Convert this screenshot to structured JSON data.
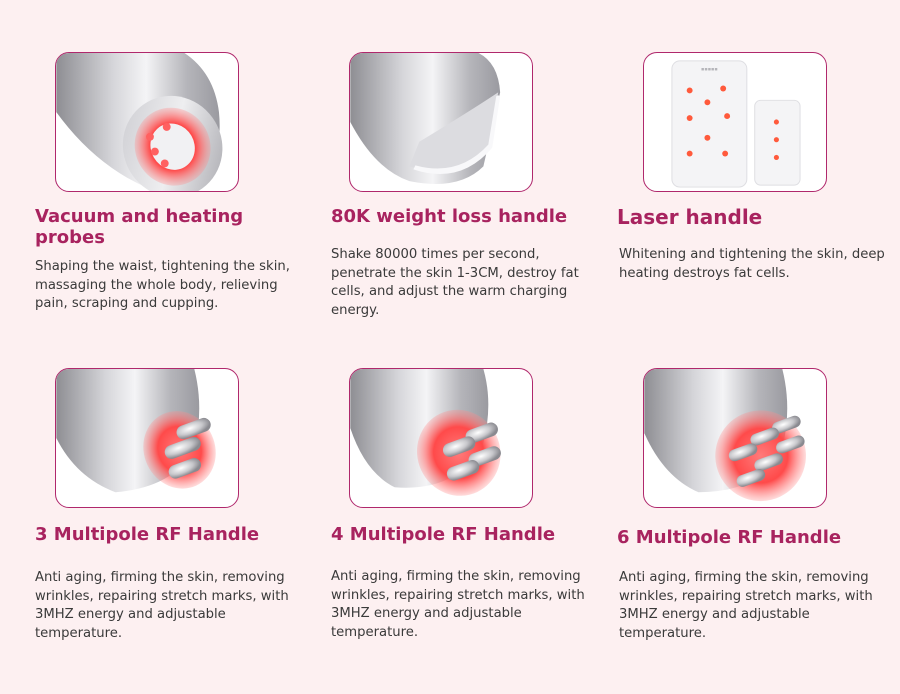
{
  "colors": {
    "background": "#fdf0f1",
    "accent": "#b0286c",
    "title": "#a8235f",
    "body_text": "#3a3a3a",
    "red_light": "#ff4a4a"
  },
  "products": [
    {
      "image": "vacuum-heating-probe-icon",
      "title": "Vacuum and heating probes",
      "description": "Shaping the waist, tightening the skin, massaging the whole body, relieving pain, scraping and cupping."
    },
    {
      "image": "weight-loss-handle-icon",
      "title": "80K weight loss handle",
      "description": "Shake 80000 times per second, penetrate the skin 1-3CM, destroy fat cells, and adjust the warm charging energy."
    },
    {
      "image": "laser-pads-icon",
      "title": "Laser handle",
      "description": "Whitening and tightening the skin, deep heating destroys fat cells."
    },
    {
      "image": "rf-3-multipole-icon",
      "title": "3 Multipole RF Handle",
      "description": "Anti aging, firming the skin, removing wrinkles, repairing stretch marks, with 3MHZ energy and adjustable temperature."
    },
    {
      "image": "rf-4-multipole-icon",
      "title": "4 Multipole RF Handle",
      "description": "Anti aging, firming the skin, removing wrinkles, repairing stretch marks, with 3MHZ energy and adjustable temperature."
    },
    {
      "image": "rf-6-multipole-icon",
      "title": "6 Multipole RF Handle",
      "description": "Anti aging, firming the skin, removing wrinkles, repairing stretch marks, with 3MHZ energy and adjustable temperature."
    }
  ]
}
